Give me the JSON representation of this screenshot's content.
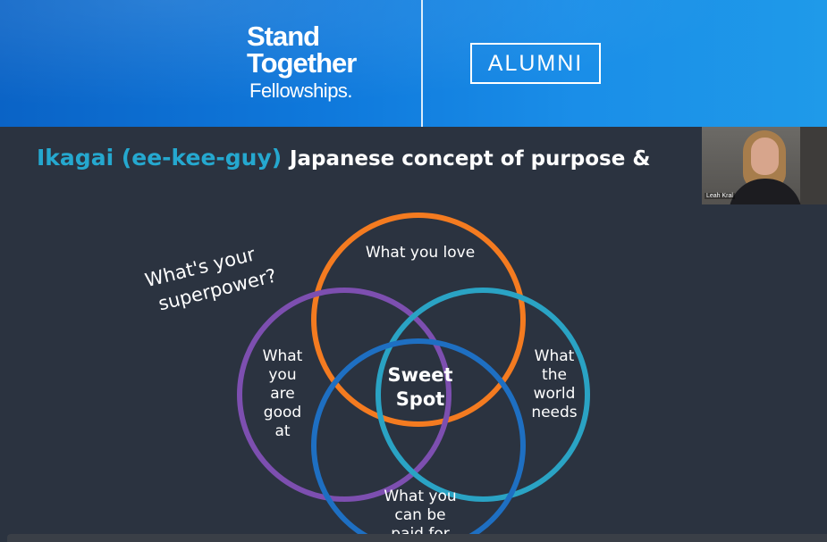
{
  "banner": {
    "logo_line1": "Stand",
    "logo_line2": "Together",
    "logo_line3": "Fellowships.",
    "badge": "ALUMNI"
  },
  "slide": {
    "title_accent": "Ikagai (ee-kee-guy)",
    "title_rest": "Japanese concept of purpose &",
    "callout_line1": "What's your",
    "callout_line2": "superpower?",
    "circle_love": "What you love",
    "circle_good": [
      "What",
      "you",
      "are",
      "good",
      "at"
    ],
    "circle_world": [
      "What",
      "the",
      "world",
      "needs"
    ],
    "circle_paid": [
      "What you",
      "can be",
      "paid for"
    ],
    "center_line1": "Sweet",
    "center_line2": "Spot"
  },
  "video": {
    "participant_name": "Leah Kral"
  },
  "colors": {
    "orange": "#f47b20",
    "purple": "#7d4fb0",
    "teal": "#2aa3c4",
    "blue": "#1e6fc2",
    "accent_text": "#25a8cf",
    "callout_text": "#8fd2e8"
  }
}
